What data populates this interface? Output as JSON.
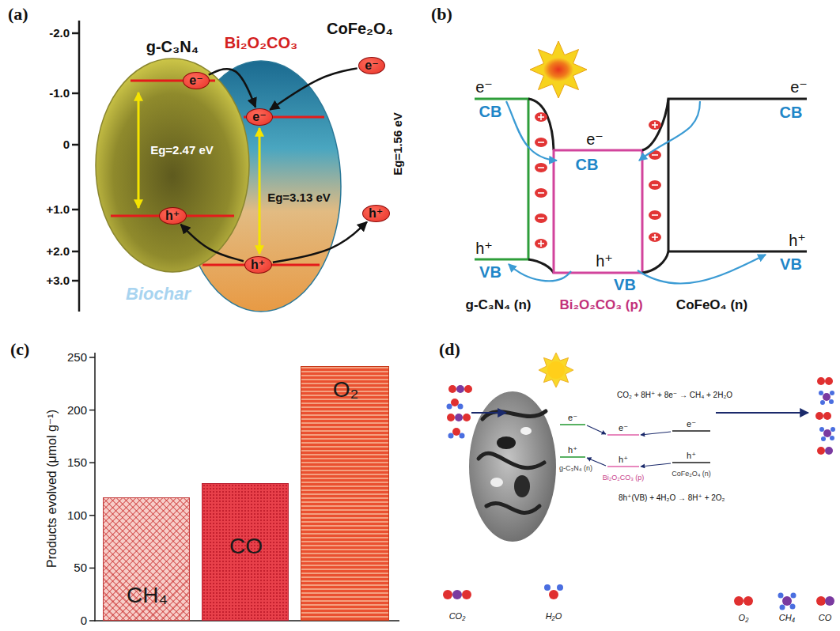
{
  "diagram": {
    "nodes": [
      {
        "text": [
          "g-C₃N₄",
          "Eg=2.47 eV"
        ]
      },
      {
        "text": [
          "e⁻"
        ],
        "in": 0
      },
      {
        "text": [
          "h⁺"
        ],
        "in": 0
      },
      {
        "text": [
          "Bi₂O₂CO₃",
          "Eg=3.13 eV"
        ]
      },
      {
        "text": [
          "e⁻"
        ],
        "in": 3
      },
      {
        "text": [
          "h⁺"
        ],
        "in": 3
      },
      {
        "text": [
          "CoFe₂O₄",
          "Eg=1.56 eV"
        ]
      },
      {
        "text": [
          "e⁻"
        ],
        "in": 6
      },
      {
        "text": [
          "h⁺"
        ],
        "in": 6
      },
      {
        "text": [
          "Biochar"
        ]
      },
      {
        "text": [
          "CH₄"
        ]
      },
      {
        "text": [
          "CO"
        ]
      },
      {
        "text": [
          "O₂"
        ]
      }
    ],
    "edges": [
      {
        "from": 1,
        "to": 4,
        "arrow": "to"
      },
      {
        "from": 7,
        "to": 4,
        "arrow": "to"
      },
      {
        "from": 5,
        "to": 2,
        "arrow": "to"
      },
      {
        "from": 5,
        "to": 8,
        "arrow": "to"
      }
    ],
    "labels": [
      "(a)",
      "-2.0",
      "-1.0",
      "0",
      "+1.0",
      "+2.0",
      "+3.0",
      "(b)",
      "e⁻",
      "CB",
      "h⁺",
      "VB",
      "e⁻",
      "CB",
      "h⁺",
      "VB",
      "e⁻",
      "CB",
      "h⁺",
      "VB",
      "g-C₃N₄ (n)",
      "Bi₂O₂CO₃ (p)",
      "CoFeO₄ (n)",
      "(c)",
      "Products evolved (μmol g⁻¹)",
      "250",
      "200",
      "150",
      "100",
      "50",
      "0",
      "(d)",
      "CO₂ + 8H⁺ + 8e⁻ → CH₄ + 2H₂O",
      "e⁻",
      "e⁻",
      "e⁻",
      "h⁺",
      "h⁺",
      "h⁺",
      "g-C₃N₄ (n)",
      "Bi₂O₂CO₃ (p)",
      "CoFe₂O₄ (n)",
      "8h⁺(VB) + 4H₂O → 8H⁺ + 2O₂",
      "CO₂",
      "H₂O",
      "O₂",
      "CH₄",
      "CO"
    ]
  }
}
